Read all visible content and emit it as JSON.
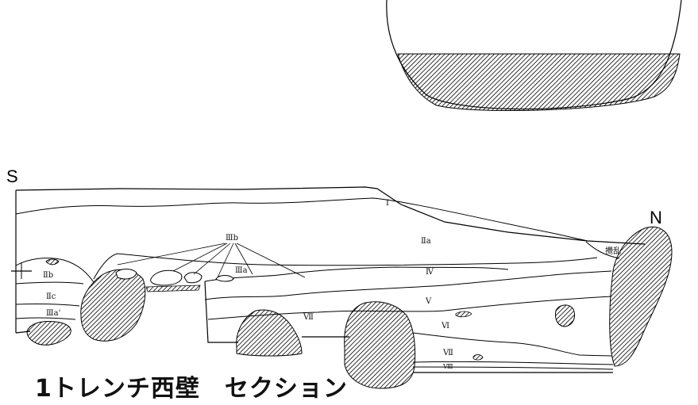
{
  "orientation": {
    "south": "S",
    "north": "N"
  },
  "layers": {
    "I": "I",
    "IIa": "Ⅱa",
    "IIb": "Ⅱb",
    "IIc": "Ⅱc",
    "IIIa_prime": "Ⅲa'",
    "IIIa": "Ⅲa",
    "IIIb": "Ⅲb",
    "IV": "Ⅳ",
    "V": "V",
    "VI": "Ⅵ",
    "VII_left": "Ⅶ",
    "VII_right": "Ⅶ",
    "VIII": "Ⅷ",
    "disturbance": "攪乱"
  },
  "caption": "1トレンチ西壁　セクション"
}
